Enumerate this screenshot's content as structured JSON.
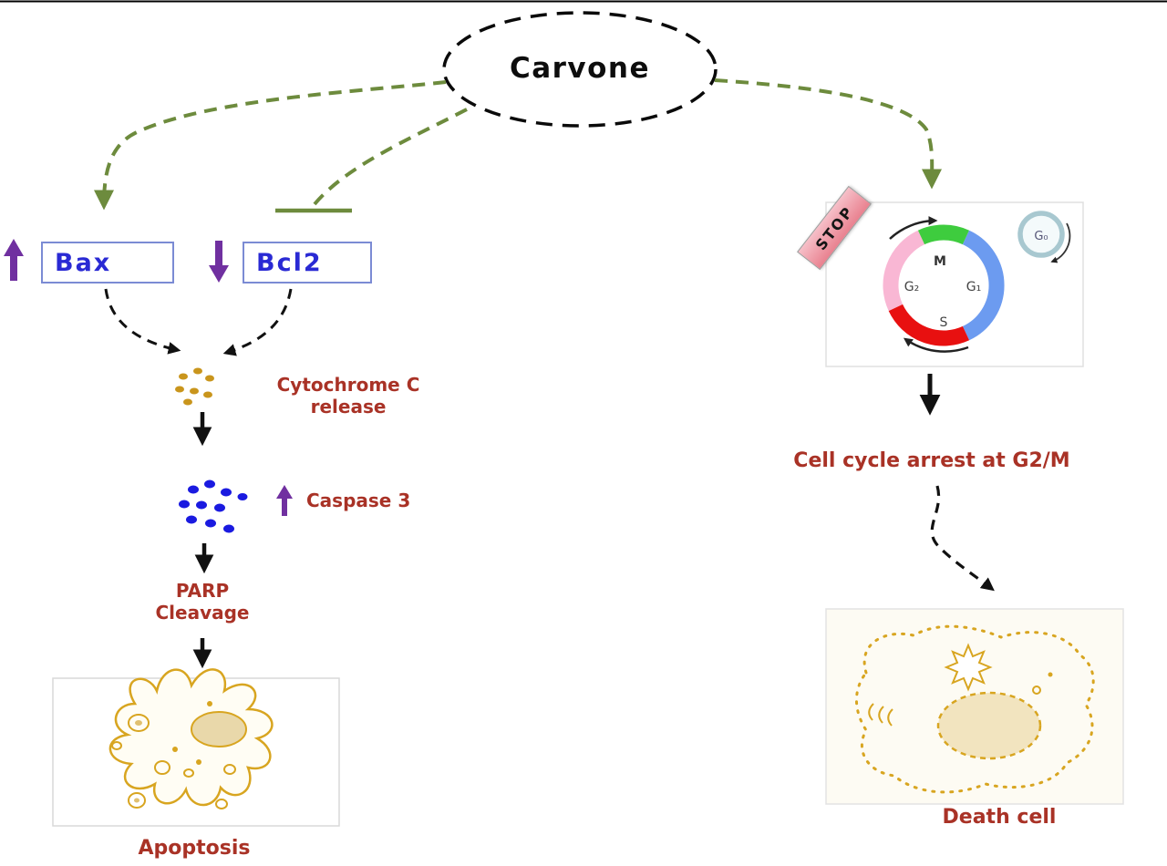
{
  "diagram": {
    "carvone": "Carvone",
    "bax": "Bax",
    "bcl2": "Bcl2",
    "cytochrome_line1": "Cytochrome C",
    "cytochrome_line2": "release",
    "caspase": "Caspase 3",
    "parp_line1": "PARP",
    "parp_line2": "Cleavage",
    "apoptosis": "Apoptosis",
    "cell_cycle_arrest": "Cell cycle arrest at G2/M",
    "death_cell": "Death cell",
    "stop": "STOP",
    "phases": {
      "m": "M",
      "g1": "G₁",
      "s": "S",
      "g2": "G₂",
      "g0": "G₀"
    }
  },
  "colors": {
    "label_red": "#a93226",
    "gene_blue": "#2a2ad4",
    "gene_border": "#7b8bd4",
    "arrow_purple": "#7030a0",
    "pathway_green": "#6d8b3d",
    "arrow_black": "#111111",
    "gold": "#c9951c",
    "cell_gold": "#d8a520",
    "dot_blue": "#1a1ae0",
    "phase_m_green": "#3ecc3e",
    "phase_g1_blue": "#6c9bf0",
    "phase_s_red": "#e81010",
    "phase_g2_pink": "#f9b7d4",
    "g0_ring": "#a8c8d0",
    "stop_bg": "#ef8f9d"
  }
}
